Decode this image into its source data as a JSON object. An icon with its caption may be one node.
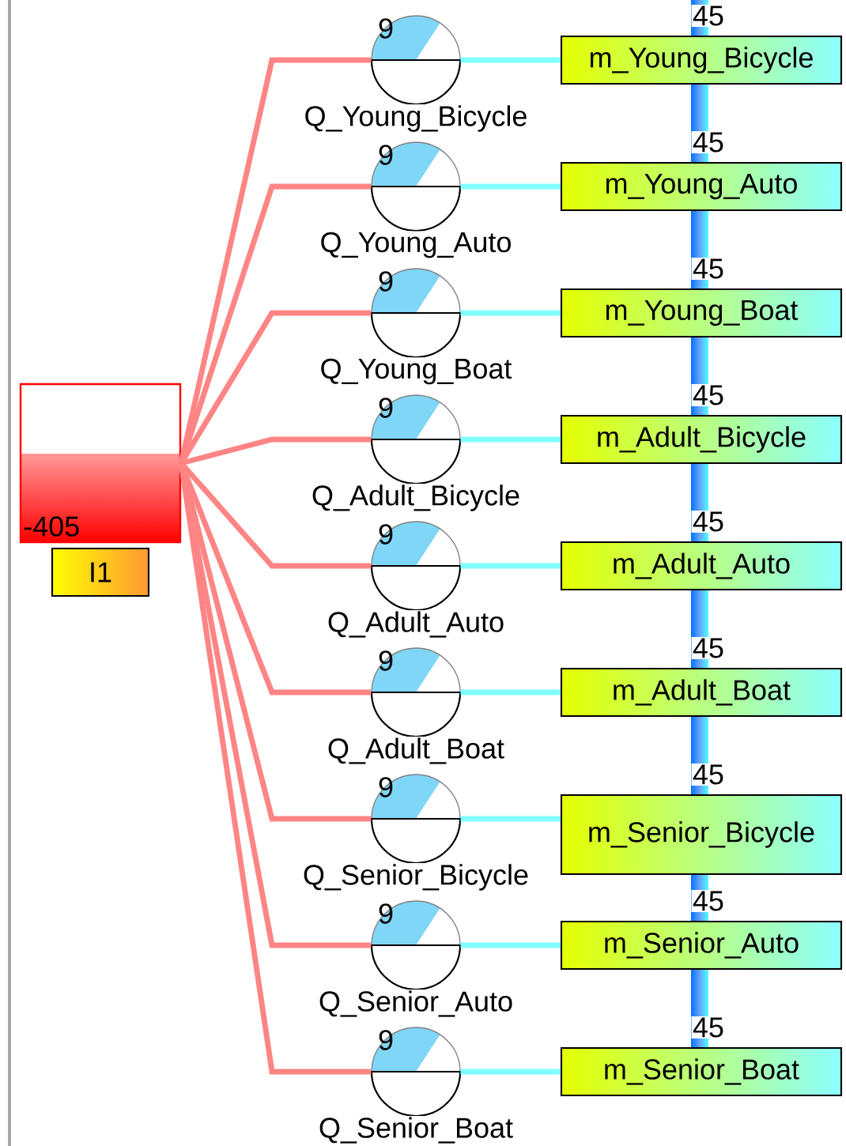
{
  "diagram": {
    "nodes": [
      {
        "text": [
          "-405",
          "I1"
        ]
      },
      {
        "text": [
          "9",
          "Q_Young_Bicycle"
        ]
      },
      {
        "text": [
          "9",
          "Q_Young_Auto"
        ]
      },
      {
        "text": [
          "9",
          "Q_Young_Boat"
        ]
      },
      {
        "text": [
          "9",
          "Q_Adult_Bicycle"
        ]
      },
      {
        "text": [
          "9",
          "Q_Adult_Auto"
        ]
      },
      {
        "text": [
          "9",
          "Q_Adult_Boat"
        ]
      },
      {
        "text": [
          "9",
          "Q_Senior_Bicycle"
        ]
      },
      {
        "text": [
          "9",
          "Q_Senior_Auto"
        ]
      },
      {
        "text": [
          "9",
          "Q_Senior_Boat"
        ]
      },
      {
        "text": [
          "m_Young_Bicycle"
        ],
        "beside": [
          "45"
        ]
      },
      {
        "text": [
          "m_Young_Auto"
        ],
        "beside": [
          "45"
        ]
      },
      {
        "text": [
          "m_Young_Boat"
        ],
        "beside": [
          "45"
        ]
      },
      {
        "text": [
          "m_Adult_Bicycle"
        ],
        "beside": [
          "45"
        ]
      },
      {
        "text": [
          "m_Adult_Auto"
        ],
        "beside": [
          "45"
        ]
      },
      {
        "text": [
          "m_Adult_Boat"
        ],
        "beside": [
          "45"
        ]
      },
      {
        "text": [
          "m_Senior_Bicycle"
        ],
        "beside": [
          "45"
        ]
      },
      {
        "text": [
          "m_Senior_Auto"
        ],
        "beside": [
          "45"
        ]
      },
      {
        "text": [
          "m_Senior_Boat"
        ],
        "beside": [
          "45"
        ]
      }
    ],
    "edges": [
      {
        "from": 0,
        "to": 1,
        "arrow": "none",
        "color": "#ff8585"
      },
      {
        "from": 0,
        "to": 2,
        "arrow": "none",
        "color": "#ff8585"
      },
      {
        "from": 0,
        "to": 3,
        "arrow": "none",
        "color": "#ff8585"
      },
      {
        "from": 0,
        "to": 4,
        "arrow": "none",
        "color": "#ff8585"
      },
      {
        "from": 0,
        "to": 5,
        "arrow": "none",
        "color": "#ff8585"
      },
      {
        "from": 0,
        "to": 6,
        "arrow": "none",
        "color": "#ff8585"
      },
      {
        "from": 0,
        "to": 7,
        "arrow": "none",
        "color": "#ff8585"
      },
      {
        "from": 0,
        "to": 8,
        "arrow": "none",
        "color": "#ff8585"
      },
      {
        "from": 0,
        "to": 9,
        "arrow": "none",
        "color": "#ff8585"
      },
      {
        "from": 1,
        "to": 10,
        "arrow": "none",
        "color": "#80ffff"
      },
      {
        "from": 2,
        "to": 11,
        "arrow": "none",
        "color": "#80ffff"
      },
      {
        "from": 3,
        "to": 12,
        "arrow": "none",
        "color": "#80ffff"
      },
      {
        "from": 4,
        "to": 13,
        "arrow": "none",
        "color": "#80ffff"
      },
      {
        "from": 5,
        "to": 14,
        "arrow": "none",
        "color": "#80ffff"
      },
      {
        "from": 6,
        "to": 15,
        "arrow": "none",
        "color": "#80ffff"
      },
      {
        "from": 7,
        "to": 16,
        "arrow": "none",
        "color": "#80ffff"
      },
      {
        "from": 8,
        "to": 17,
        "arrow": "none",
        "color": "#80ffff"
      },
      {
        "from": 9,
        "to": 18,
        "arrow": "none",
        "color": "#80ffff"
      }
    ]
  }
}
